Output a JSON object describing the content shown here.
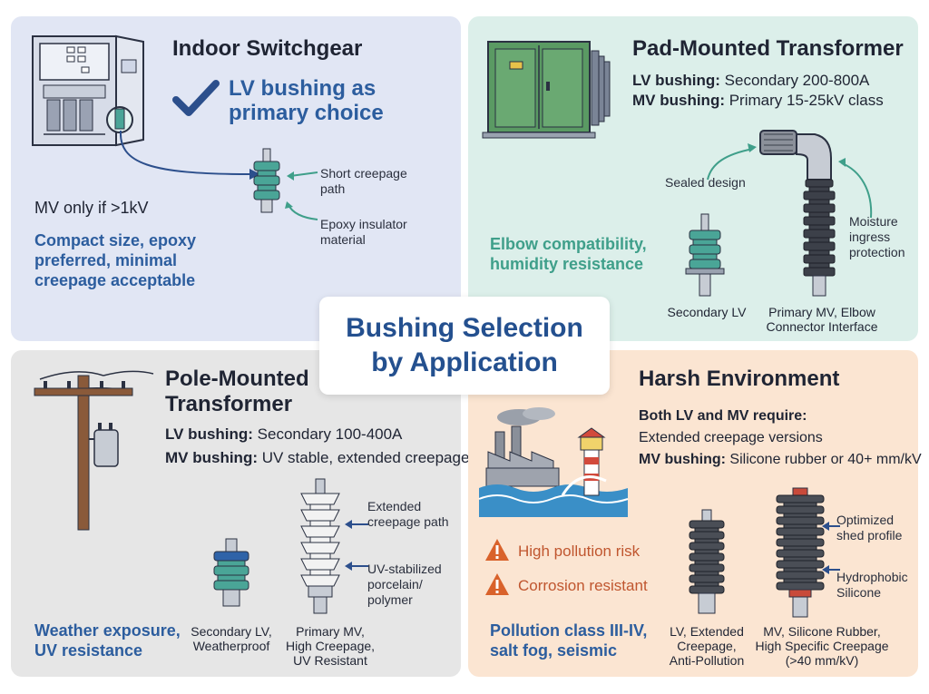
{
  "center_title": {
    "line1": "Bushing Selection",
    "line2": "by Application"
  },
  "indoor": {
    "title": "Indoor Switchgear",
    "primary_line1": "LV bushing as",
    "primary_line2": "primary choice",
    "label_creepage_1": "Short creepage",
    "label_creepage_2": "path",
    "label_epoxy_1": "Epoxy insulator",
    "label_epoxy_2": "material",
    "mv_note": "MV only if >1kV",
    "summary_1": "Compact size, epoxy",
    "summary_2": "preferred, minimal",
    "summary_3": "creepage acceptable",
    "accent": "#2c5d9e"
  },
  "pad": {
    "title": "Pad-Mounted Transformer",
    "lv_key": "LV bushing:",
    "lv_value": " Secondary 200-800A",
    "mv_key": "MV bushing:",
    "mv_value": " Primary 15-25kV class",
    "sealed": "Sealed design",
    "moisture_1": "Moisture",
    "moisture_2": "ingress",
    "moisture_3": "protection",
    "summary_1": "Elbow compatibility,",
    "summary_2": "humidity resistance",
    "cap_lv": "Secondary LV",
    "cap_mv_1": "Primary MV, Elbow",
    "cap_mv_2": "Connector Interface",
    "accent": "#3f9f8a"
  },
  "pole": {
    "title_1": "Pole-Mounted",
    "title_2": "Transformer",
    "lv_key": "LV bushing:",
    "lv_value": " Secondary 100-400A",
    "mv_key": "MV bushing:",
    "mv_value": " UV stable, extended creepage",
    "ext_1": "Extended",
    "ext_2": "creepage path",
    "uv_1": "UV-stabilized",
    "uv_2": "porcelain/",
    "uv_3": "polymer",
    "summary_1": "Weather exposure,",
    "summary_2": "UV resistance",
    "cap_lv_1": "Secondary LV,",
    "cap_lv_2": "Weatherproof",
    "cap_mv_1": "Primary MV,",
    "cap_mv_2": "High Creepage,",
    "cap_mv_3": "UV Resistant"
  },
  "harsh": {
    "title": "Harsh Environment",
    "req_1": "Both LV and MV require:",
    "req_2": "Extended creepage versions",
    "mv_key": "MV bushing:",
    "mv_value": " Silicone rubber or 40+ mm/kV",
    "warn_1": "High pollution risk",
    "warn_2": "Corrosion resistant",
    "opt_1": "Optimized",
    "opt_2": "shed profile",
    "hyd_1": "Hydrophobic",
    "hyd_2": "Silicone",
    "summary_1": "Pollution class III-IV,",
    "summary_2": "salt fog, seismic",
    "cap_lv_1": "LV, Extended",
    "cap_lv_2": "Creepage,",
    "cap_lv_3": "Anti-Pollution",
    "cap_mv_1": "MV, Silicone Rubber,",
    "cap_mv_2": "High Specific Creepage",
    "cap_mv_3": "(>40 mm/kV)",
    "warn_color": "#d9622b"
  }
}
